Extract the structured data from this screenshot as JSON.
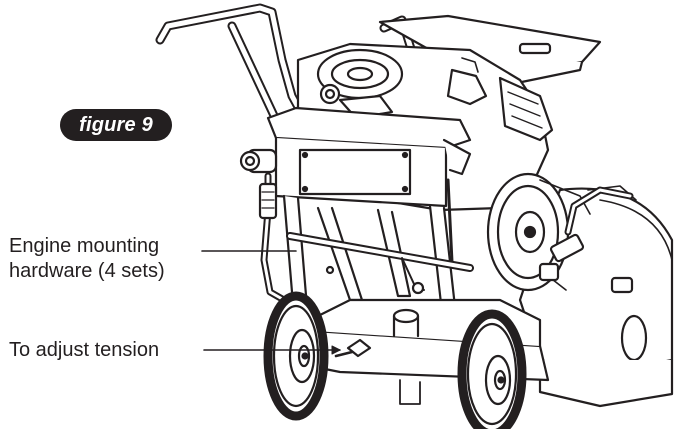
{
  "figure": {
    "label": "figure 9",
    "badge_color": "#231f20"
  },
  "callouts": {
    "engine_line1": "Engine mounting",
    "engine_line2": "hardware (4 sets)",
    "tension": "To adjust tension"
  },
  "colors": {
    "ink": "#231f20",
    "paper": "#ffffff",
    "shade": "#d9d9d9"
  }
}
